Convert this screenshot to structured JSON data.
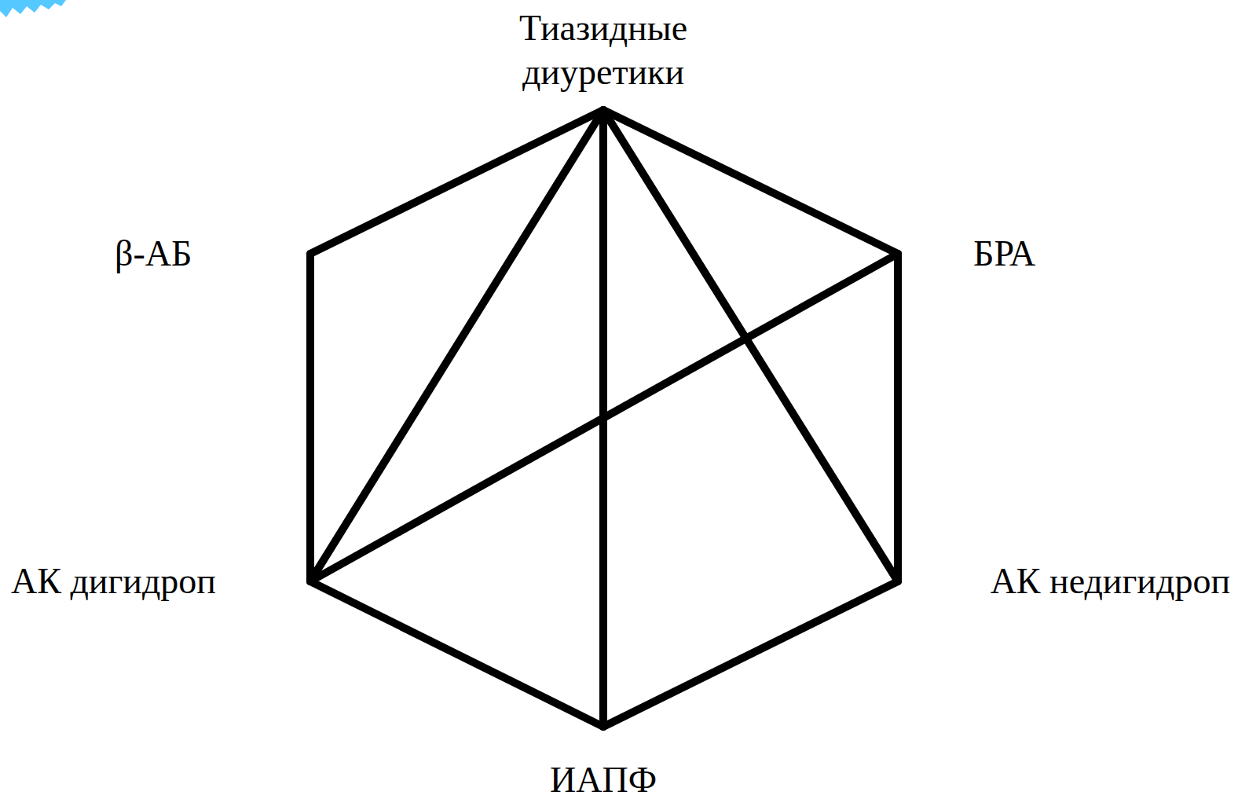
{
  "diagram": {
    "nodes": [
      {
        "text": [
          "Тиазидные диуретики"
        ]
      },
      {
        "text": [
          "β-АБ"
        ]
      },
      {
        "text": [
          "БРА"
        ]
      },
      {
        "text": [
          "АК дигидроп"
        ]
      },
      {
        "text": [
          "АК недигидроп"
        ]
      },
      {
        "text": [
          "ИАПФ"
        ]
      }
    ],
    "edges": [
      {
        "from": 0,
        "to": 1,
        "arrow": "none"
      },
      {
        "from": 0,
        "to": 2,
        "arrow": "none"
      },
      {
        "from": 1,
        "to": 3,
        "arrow": "none"
      },
      {
        "from": 2,
        "to": 4,
        "arrow": "none"
      },
      {
        "from": 3,
        "to": 5,
        "arrow": "none"
      },
      {
        "from": 4,
        "to": 5,
        "arrow": "none"
      },
      {
        "from": 0,
        "to": 3,
        "arrow": "none"
      },
      {
        "from": 0,
        "to": 5,
        "arrow": "none"
      },
      {
        "from": 0,
        "to": 4,
        "arrow": "none"
      },
      {
        "from": 2,
        "to": 3,
        "arrow": "none"
      }
    ]
  }
}
